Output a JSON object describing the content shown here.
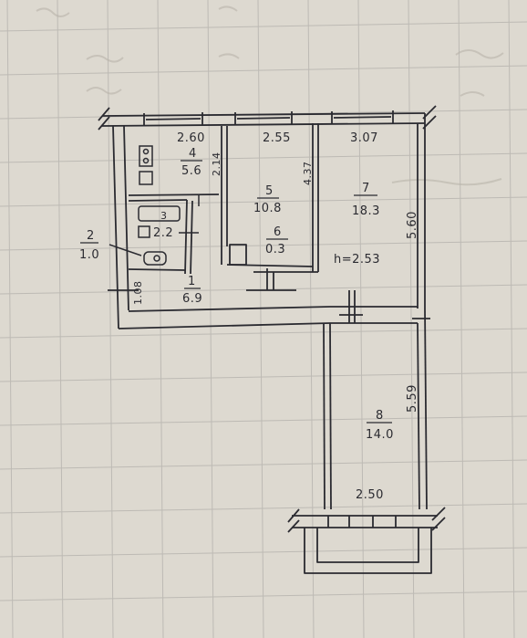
{
  "plan": {
    "dimensions": {
      "top_room4": "2.60",
      "top_room5": "2.55",
      "top_room7": "3.07",
      "room4_side": "2.14",
      "room5_side": "4.37",
      "room7_side": "5.60",
      "hall_side": "1.08",
      "room8_side": "5.59",
      "balcony_width": "2.50"
    },
    "ceiling_height": "h=2.53",
    "rooms": [
      {
        "number": "1",
        "area": "6.9"
      },
      {
        "number": "2",
        "area": "1.0"
      },
      {
        "number": "3",
        "area": "2.2"
      },
      {
        "number": "4",
        "area": "5.6"
      },
      {
        "number": "5",
        "area": "10.8"
      },
      {
        "number": "6",
        "area": "0.3"
      },
      {
        "number": "7",
        "area": "18.3"
      },
      {
        "number": "8",
        "area": "14.0"
      }
    ],
    "colors": {
      "paper": "#ddd9d0",
      "grid": "#bdbab4",
      "ink": "#2b2b31"
    }
  }
}
